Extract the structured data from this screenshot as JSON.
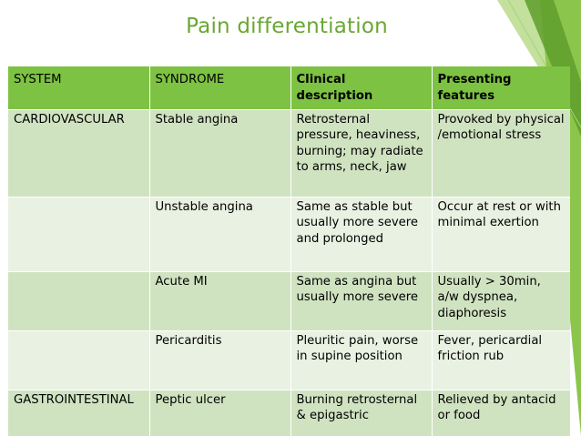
{
  "title": "Pain differentiation",
  "colors": {
    "accent_green": "#7dc242",
    "title_green": "#6aa733",
    "row_dark": "#d0e3c1",
    "row_light": "#e9f1e2"
  },
  "table": {
    "headers": [
      "SYSTEM",
      "SYNDROME",
      "Clinical description",
      "Presenting features"
    ],
    "rows": [
      {
        "system": "CARDIOVASCULAR",
        "syndrome": "Stable angina",
        "description": "Retrosternal pressure, heaviness, burning; may radiate to arms, neck, jaw",
        "features": "Provoked by physical /emotional stress"
      },
      {
        "system": "",
        "syndrome": "Unstable angina",
        "description": "Same as stable but usually more severe and prolonged",
        "features": "Occur at rest or with minimal exertion"
      },
      {
        "system": "",
        "syndrome": "Acute MI",
        "description": "Same as angina but usually more severe",
        "features": "Usually > 30min, a/w dyspnea, diaphoresis"
      },
      {
        "system": "",
        "syndrome": "Pericarditis",
        "description": "Pleuritic pain, worse in supine position",
        "features": "Fever, pericardial friction rub"
      },
      {
        "system": "GASTROINTESTINAL",
        "syndrome": "Peptic ulcer",
        "description": "Burning retrosternal & epigastric",
        "features": "Relieved by antacid or food"
      }
    ]
  }
}
